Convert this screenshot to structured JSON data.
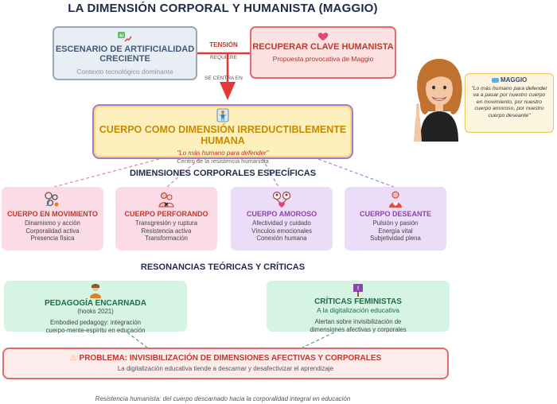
{
  "title": "LA DIMENSIÓN CORPORAL Y HUMANISTA (MAGGIO)",
  "ai_box": {
    "title": "ESCENARIO DE ARTIFICIALIDAD CRECIENTE",
    "sub": "Contexto tecnológico dominante",
    "icon": "ai-chart-icon"
  },
  "human_box": {
    "title": "RECUPERAR CLAVE HUMANISTA",
    "sub": "Propuesta provocativa de Maggio",
    "icon": "heart-icon"
  },
  "link_tension": "TENSIÓN",
  "link_requiere": "REQUIERE",
  "link_centra": "SE CENTRA EN",
  "core": {
    "title": "CUERPO COMO DIMENSIÓN IRREDUCTIBLEMENTE HUMANA",
    "quote": "\"Lo más humano para defender\"",
    "sub": "Centro de la resistencia humanista",
    "icon": "human-body-icon"
  },
  "dimensions_title": "DIMENSIONES CORPORALES ESPECÍFICAS",
  "dimensions": [
    {
      "title": "CUERPO EN MOVIMIENTO",
      "lines": [
        "Dinamismo y acción",
        "Corporalidad activa",
        "Presencia física"
      ],
      "icon": "movement-icon"
    },
    {
      "title": "CUERPO PERFORANDO",
      "lines": [
        "Transgresión y ruptura",
        "Resistencia activa",
        "Transformación"
      ],
      "icon": "perforating-icon"
    },
    {
      "title": "CUERPO AMOROSO",
      "lines": [
        "Afectividad y cuidado",
        "Vínculos emocionales",
        "Conexión humana"
      ],
      "icon": "loving-icon"
    },
    {
      "title": "CUERPO DESEANTE",
      "lines": [
        "Pulsión y pasión",
        "Energía vital",
        "Subjetividad plena"
      ],
      "icon": "desiring-icon"
    }
  ],
  "resonances_title": "RESONANCIAS TEÓRICAS Y CRÍTICAS",
  "pedagogy": {
    "title": "PEDAGOGÍA ENCARNADA",
    "subtitle": "(hooks 2021)",
    "lines": [
      "Embodied pedagogy: integración",
      "cuerpo-mente-espíritu en educación"
    ],
    "icon": "teacher-icon"
  },
  "feminist": {
    "title": "CRÍTICAS FEMINISTAS",
    "subtitle": "A la digitalización educativa",
    "lines": [
      "Alertan sobre invisibilización de",
      "dimensiones afectivas y corporales"
    ],
    "icon": "feminist-sign-icon"
  },
  "problem": {
    "title": "PROBLEMA: INVISIBILIZACIÓN DE DIMENSIONES AFECTIVAS Y CORPORALES",
    "sub": "La digitalización educativa tiende a descarnar y desafectivizar el aprendizaje",
    "icon": "warning-icon"
  },
  "maggio": {
    "name": "MAGGIO",
    "quote": "\"Lo más humano para defender va a pasar por nuestro cuerpo en movimiento, por nuestro cuerpo amoroso, por nuestro cuerpo deseante\"",
    "icon": "speech-icon"
  },
  "footer": "Resistencia humanista: del cuerpo descarnado hacia la corporalidad integral en educación",
  "colors": {
    "red": "#c0392b",
    "purple": "#8e44ad",
    "green": "#1f6e43",
    "gold": "#c78a00"
  }
}
